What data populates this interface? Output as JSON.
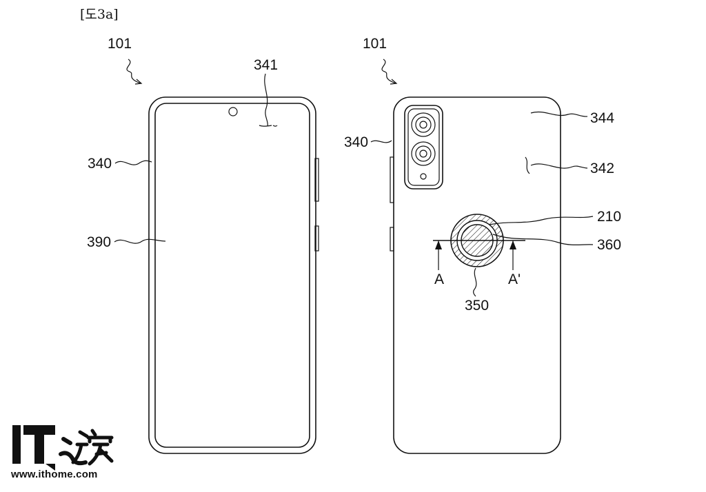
{
  "figure": {
    "title": "[도3a]"
  },
  "labels": {
    "front_device": "101",
    "front_frame": "340",
    "front_hole": "341",
    "front_display": "390",
    "rear_device": "101",
    "rear_frame": "340",
    "rear_cover_top": "344",
    "rear_cover": "342",
    "sensor_outer": "210",
    "sensor_inner": "360",
    "sensor_ring": "350",
    "section_left": "A",
    "section_right": "A'"
  },
  "watermark": {
    "logo_text": "IT之家",
    "url": "www.ithome.com"
  }
}
